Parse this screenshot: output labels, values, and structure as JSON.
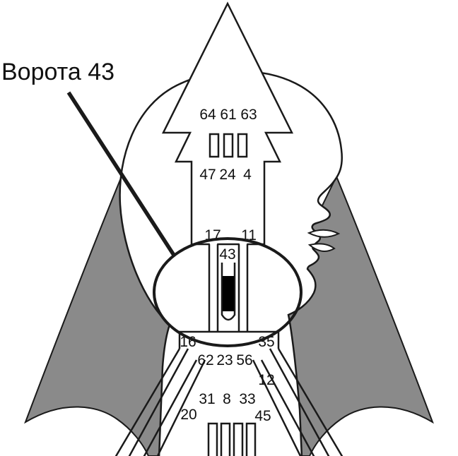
{
  "annotation": {
    "label": "Ворота 43"
  },
  "gates": {
    "head_top": [
      "64",
      "61",
      "63"
    ],
    "head_bottom": [
      "47",
      "24",
      "4"
    ],
    "ajna_left": "17",
    "ajna_right": "11",
    "gate_43": "43",
    "throat_upper_left": "16",
    "throat_upper_right": "35",
    "throat_row": [
      "62",
      "23",
      "56"
    ],
    "gate_12": "12",
    "throat_row2": [
      "31",
      "8",
      "33"
    ],
    "gate_20": "20",
    "gate_45": "45"
  },
  "colors": {
    "body_gray": "#8a8a8a",
    "outline": "#1a1a1a",
    "highlight": "#000000",
    "background": "#ffffff"
  }
}
